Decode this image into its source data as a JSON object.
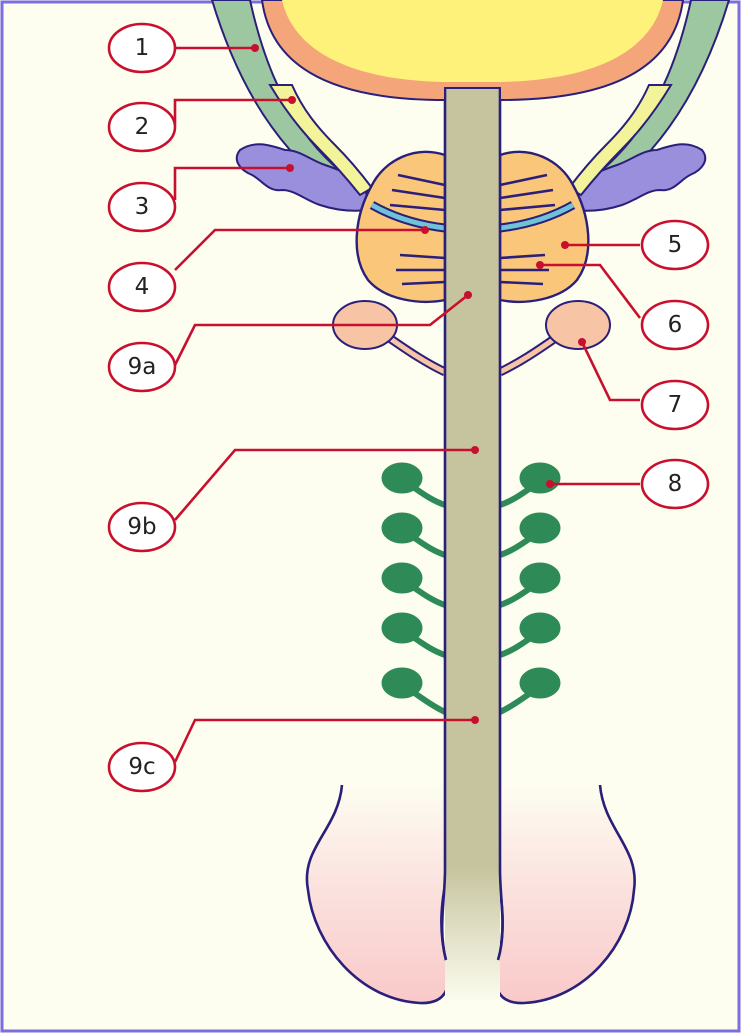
{
  "labels": {
    "l1": "1",
    "l2": "2",
    "l3": "3",
    "l4": "4",
    "l5": "5",
    "l6": "6",
    "l7": "7",
    "l8": "8",
    "l9a": "9a",
    "l9b": "9b",
    "l9c": "9c"
  },
  "colors": {
    "background": "#fdfdf0",
    "frame": "#7b6ee0",
    "bladder": "#fff27a",
    "bladder_wall": "#f4a57a",
    "wall_band": "#9cc7a0",
    "ureter": "#f3f39a",
    "vesicle": "#9a8fdd",
    "prostate": "#f9c67a",
    "duct": "#6ec3d6",
    "urethra": "#c6c49e",
    "bulbo_gland": "#f7c5a6",
    "littre_gland": "#2e8b57",
    "glans": "#f9c9c9",
    "outline": "#2a1f7a",
    "callout": "#c8102e"
  }
}
